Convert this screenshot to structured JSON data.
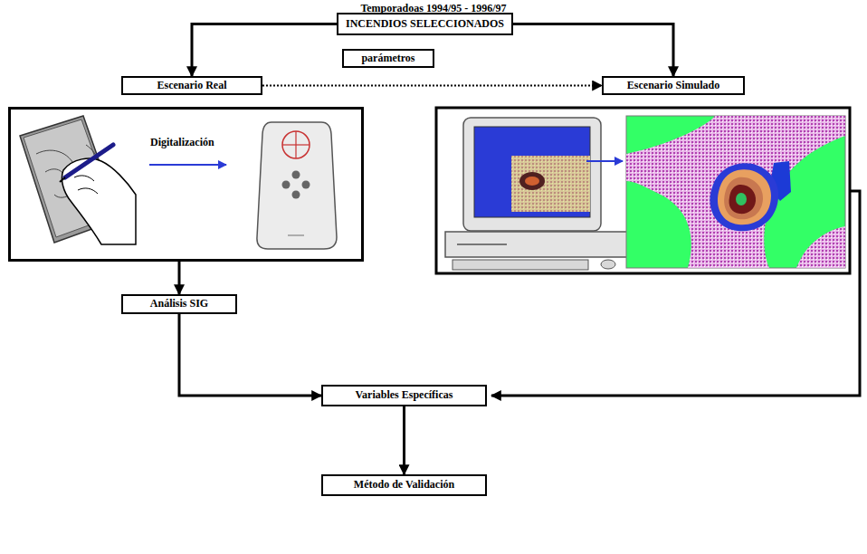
{
  "diagram": {
    "title": "Temporadoas 1994/95 - 1996/97",
    "nodes": [
      {
        "text": [
          "INCENDIOS SELECCIONADOS"
        ]
      },
      {
        "text": [
          "Escenario Real"
        ]
      },
      {
        "text": [
          "parámetros"
        ]
      },
      {
        "text": [
          "Escenario Simulado"
        ]
      },
      {
        "text": [
          "Digitalización"
        ]
      },
      {
        "text": [
          "Análisis SIG"
        ]
      },
      {
        "text": [
          "Variables Específicas"
        ]
      },
      {
        "text": [
          "Método de Validación"
        ]
      }
    ],
    "edges": [
      {
        "from": 0,
        "to": 1,
        "arrow": "to"
      },
      {
        "from": 0,
        "to": 3,
        "arrow": "to"
      },
      {
        "from": 1,
        "to": 3,
        "arrow": "to"
      },
      {
        "from": 4,
        "to": 5,
        "arrow": "to"
      },
      {
        "from": 5,
        "to": 6,
        "arrow": "to"
      },
      {
        "from": 6,
        "to": 7,
        "arrow": "to"
      }
    ]
  }
}
